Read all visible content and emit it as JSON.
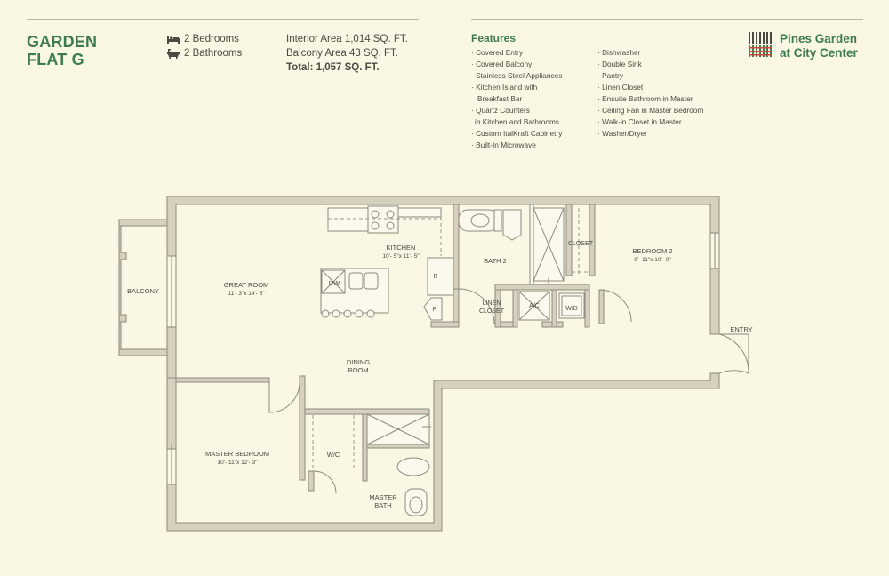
{
  "unit": {
    "line1": "GARDEN",
    "line2": "FLAT G"
  },
  "rooms": {
    "bedrooms": "2 Bedrooms",
    "bathrooms": "2 Bathrooms"
  },
  "areas": {
    "interior": "Interior Area 1,014 SQ. FT.",
    "balcony": "Balcony Area 43 SQ. FT.",
    "total": "Total: 1,057 SQ. FT."
  },
  "features": {
    "heading": "Features",
    "col1": [
      "· Covered Entry",
      "· Covered Balcony",
      "· Stainless Steel Appliances",
      "· Kitchen Island with",
      "   Breakfast Bar",
      "· Quartz Counters",
      "   in Kitchen and Bathrooms",
      "· Custom ItalKraft Cabinetry",
      "· Built-In Microwave"
    ],
    "col2": [
      "· Dishwasher",
      "· Double Sink",
      "· Pantry",
      "· Linen Closet",
      "· Ensuite Bathroom in Master",
      "· Ceiling Fan in Master Bedroom",
      "· Walk-in Closet in Master",
      "· Washer/Dryer"
    ]
  },
  "brand": {
    "line1": "Pines Garden",
    "line2": "at City Center"
  },
  "plan": {
    "balcony": "BALCONY",
    "great_room": "GREAT ROOM",
    "great_room_dim": "11'- 3\"x 14'- 5\"",
    "kitchen": "KITCHEN",
    "kitchen_dim": "10'- 5\"x 11'- 5\"",
    "dw": "DW",
    "r": "R",
    "p": "P",
    "bath2": "BATH 2",
    "linen1": "LINEN",
    "linen2": "CLOSET",
    "ac": "A/C",
    "wd": "W/D",
    "closet": "CLOSET",
    "bedroom2": "BEDROOM 2",
    "bedroom2_dim": "9'- 11\"x 10'- 0\"",
    "entry": "ENTRY",
    "dining1": "DINING",
    "dining2": "ROOM",
    "master_bedroom": "MASTER BEDROOM",
    "master_bedroom_dim": "10'- 11\"x 12'- 3\"",
    "wic": "W/C",
    "master_bath1": "MASTER",
    "master_bath2": "BATH"
  },
  "colors": {
    "brand_green": "#3e7a52",
    "wall": "#cfc9b8",
    "wall_edge": "#8e8a7d",
    "background": "#faf7e4"
  }
}
